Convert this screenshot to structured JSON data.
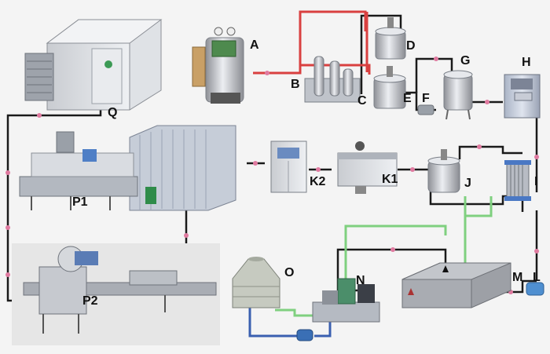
{
  "labels": {
    "A": "A",
    "B": "B",
    "C": "C",
    "D": "D",
    "E": "E",
    "F": "F",
    "G": "G",
    "H": "H",
    "I": "I",
    "J": "J",
    "K1": "K1",
    "K2": "K2",
    "L": "L",
    "M": "M",
    "N": "N",
    "O": "O",
    "P1": "P1",
    "P2": "P2",
    "Q": "Q"
  },
  "colors": {
    "product_line": "#1a1a1a",
    "steam_line": "#d94040",
    "cooling_line": "#7fd07f",
    "return_line": "#3a5fb0",
    "flow_marker": "#e07aa0"
  }
}
